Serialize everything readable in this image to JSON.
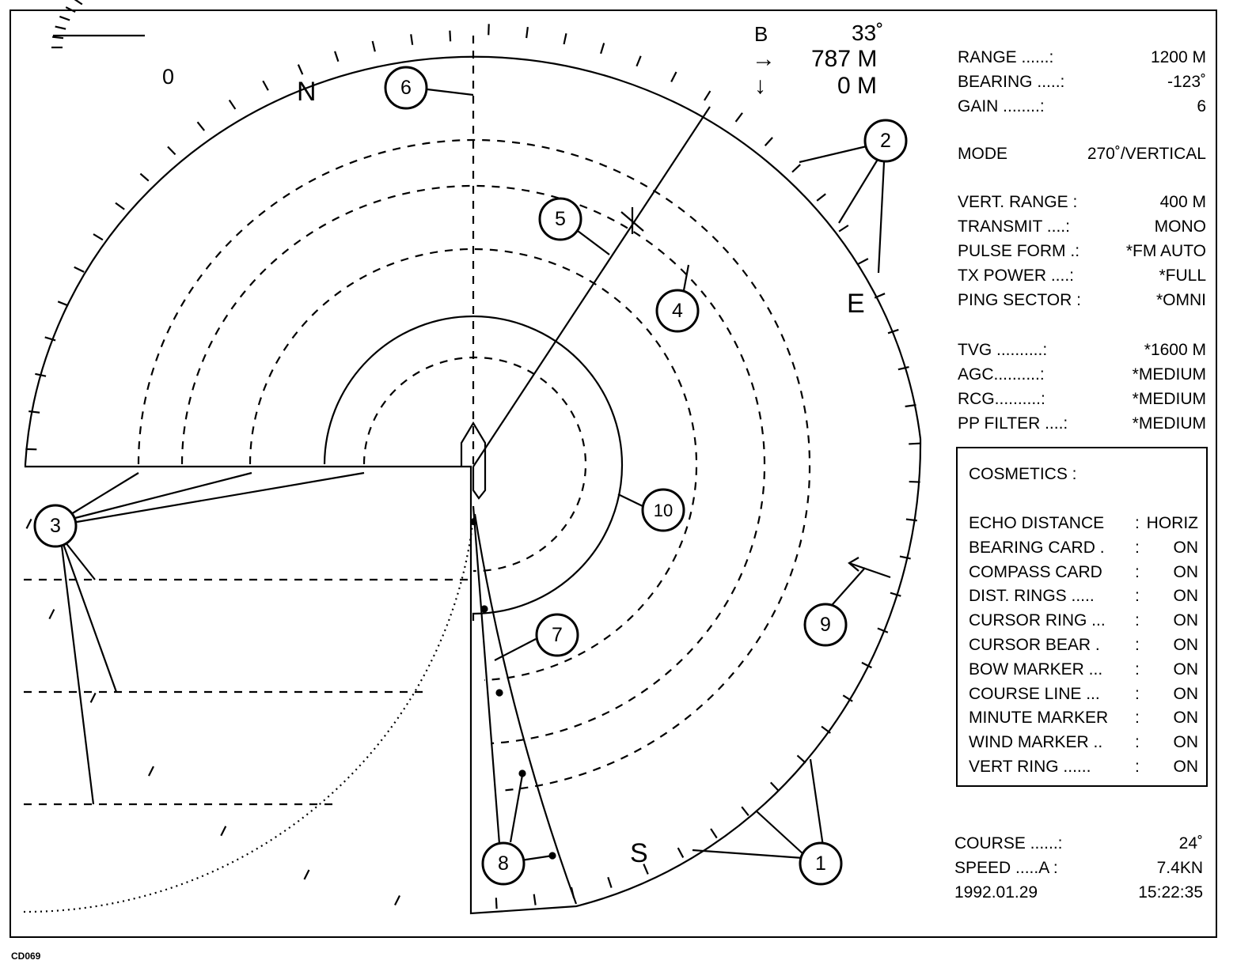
{
  "header": {
    "b_label": "B",
    "b_value": "33˚",
    "arrow_right": "→",
    "arrow_down": "↓",
    "range_value": "787 M",
    "depth_value": "0 M"
  },
  "compass": {
    "heel_label": "0",
    "north": "N",
    "east": "E",
    "south": "S"
  },
  "callouts": [
    "1",
    "2",
    "3",
    "4",
    "5",
    "6",
    "7",
    "8",
    "9",
    "10"
  ],
  "settings_top": [
    {
      "label": "RANGE ......:",
      "value": "1200 M"
    },
    {
      "label": "BEARING .....:",
      "value": "-123˚"
    },
    {
      "label": "GAIN ........:",
      "value": "6"
    }
  ],
  "mode": {
    "label": "MODE",
    "value": "270˚/VERTICAL"
  },
  "settings_mid": [
    {
      "label": "VERT. RANGE :",
      "value": "400 M"
    },
    {
      "label": "TRANSMIT ....:",
      "value": "MONO"
    },
    {
      "label": "PULSE FORM .:",
      "value": "*FM AUTO"
    },
    {
      "label": "TX POWER ....:",
      "value": "*FULL"
    },
    {
      "label": "PING SECTOR :",
      "value": "*OMNI"
    }
  ],
  "settings_gain": [
    {
      "label": "TVG ..........:",
      "value": "*1600 M"
    },
    {
      "label": "AGC..........:",
      "value": "*MEDIUM"
    },
    {
      "label": "RCG..........:",
      "value": "*MEDIUM"
    },
    {
      "label": "PP FILTER ....:",
      "value": "*MEDIUM"
    }
  ],
  "cosmetics": {
    "title": "COSMETICS :",
    "rows": [
      {
        "label": "ECHO DISTANCE",
        "sep": ":",
        "value": "HORIZ"
      },
      {
        "label": "BEARING CARD .",
        "sep": ":",
        "value": "ON"
      },
      {
        "label": "COMPASS CARD",
        "sep": ":",
        "value": "ON"
      },
      {
        "label": "DIST. RINGS .....",
        "sep": ":",
        "value": "ON"
      },
      {
        "label": "CURSOR RING ...",
        "sep": ":",
        "value": "ON"
      },
      {
        "label": "CURSOR BEAR .",
        "sep": ":",
        "value": "ON"
      },
      {
        "label": "BOW MARKER ...",
        "sep": ":",
        "value": "ON"
      },
      {
        "label": "COURSE LINE ...",
        "sep": ":",
        "value": "ON"
      },
      {
        "label": "MINUTE MARKER",
        "sep": ":",
        "value": "ON"
      },
      {
        "label": "WIND MARKER ..",
        "sep": ":",
        "value": "ON"
      },
      {
        "label": "VERT RING ......",
        "sep": ":",
        "value": "ON"
      }
    ]
  },
  "footer": [
    {
      "label": "COURSE ......:",
      "value": "24˚"
    },
    {
      "label": "SPEED .....A :",
      "value": "7.4KN"
    },
    {
      "label": "1992.01.29",
      "value": "15:22:35"
    }
  ],
  "figure_code": "CD069"
}
